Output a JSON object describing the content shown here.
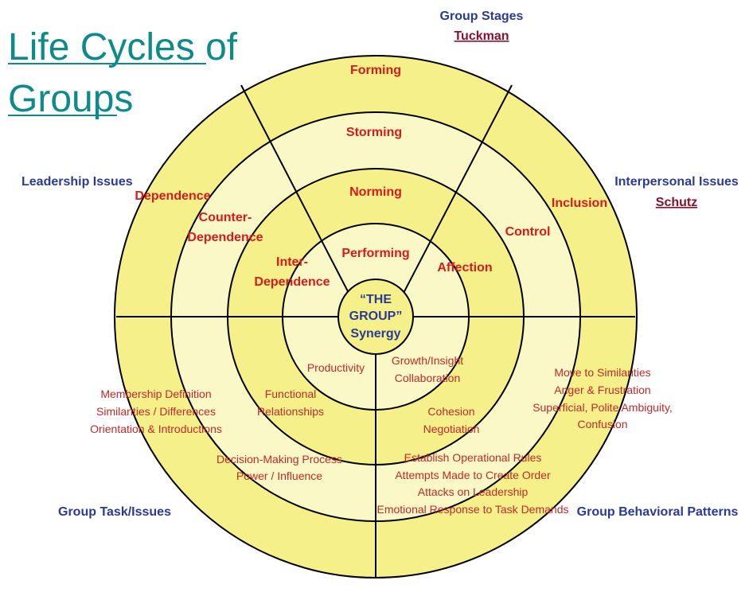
{
  "title": {
    "line1": "Life Cycles of",
    "line2": "Groups"
  },
  "corner_labels": {
    "group_stages": "Group Stages",
    "tuckman": "Tuckman",
    "leadership_issues": "Leadership Issues",
    "interpersonal_issues": "Interpersonal Issues",
    "schutz": "Schutz",
    "group_task": "Group Task/Issues",
    "group_behavioral": "Group Behavioral Patterns"
  },
  "stages": [
    "Forming",
    "Storming",
    "Norming",
    "Performing"
  ],
  "leadership": {
    "dependence": "Dependence",
    "counter_1": "Counter-",
    "counter_2": "Dependence",
    "inter_1": "Inter-",
    "inter_2": "Dependence"
  },
  "interpersonal": {
    "inclusion": "Inclusion",
    "control": "Control",
    "affection": "Affection"
  },
  "center": {
    "line1": "“THE",
    "line2": "GROUP”",
    "line3": "Synergy"
  },
  "task": {
    "productivity": "Productivity",
    "functional_1": "Functional",
    "functional_2": "Relationships",
    "decision_1": "Decision-Making Process",
    "decision_2": "Power / Influence",
    "outer": [
      "Membership Definition",
      "Similarities / Differences",
      "Orientation & Introductions"
    ]
  },
  "behavior": {
    "growth_1": "Growth/Insight",
    "growth_2": "Collaboration",
    "cohesion_1": "Cohesion",
    "cohesion_2": "Negotiation",
    "rules": [
      "Establish Operational Rules",
      "Attempts Made to Create Order",
      "Attacks on Leadership",
      "Emotional Response to Task Demands"
    ],
    "outer": [
      "Move to Similarities",
      "Anger & Frustration",
      "Superficial, Polite Ambiguity,",
      "Confusion"
    ]
  },
  "colors": {
    "ring_outer": "#f5f08a",
    "ring_2": "#fbf8c8",
    "ring_3": "#f5f08a",
    "ring_4": "#fbf8c8",
    "center": "#f5f08a",
    "title": "#0f8a8a",
    "red": "#d91a1a",
    "blue": "#2b3a96"
  }
}
